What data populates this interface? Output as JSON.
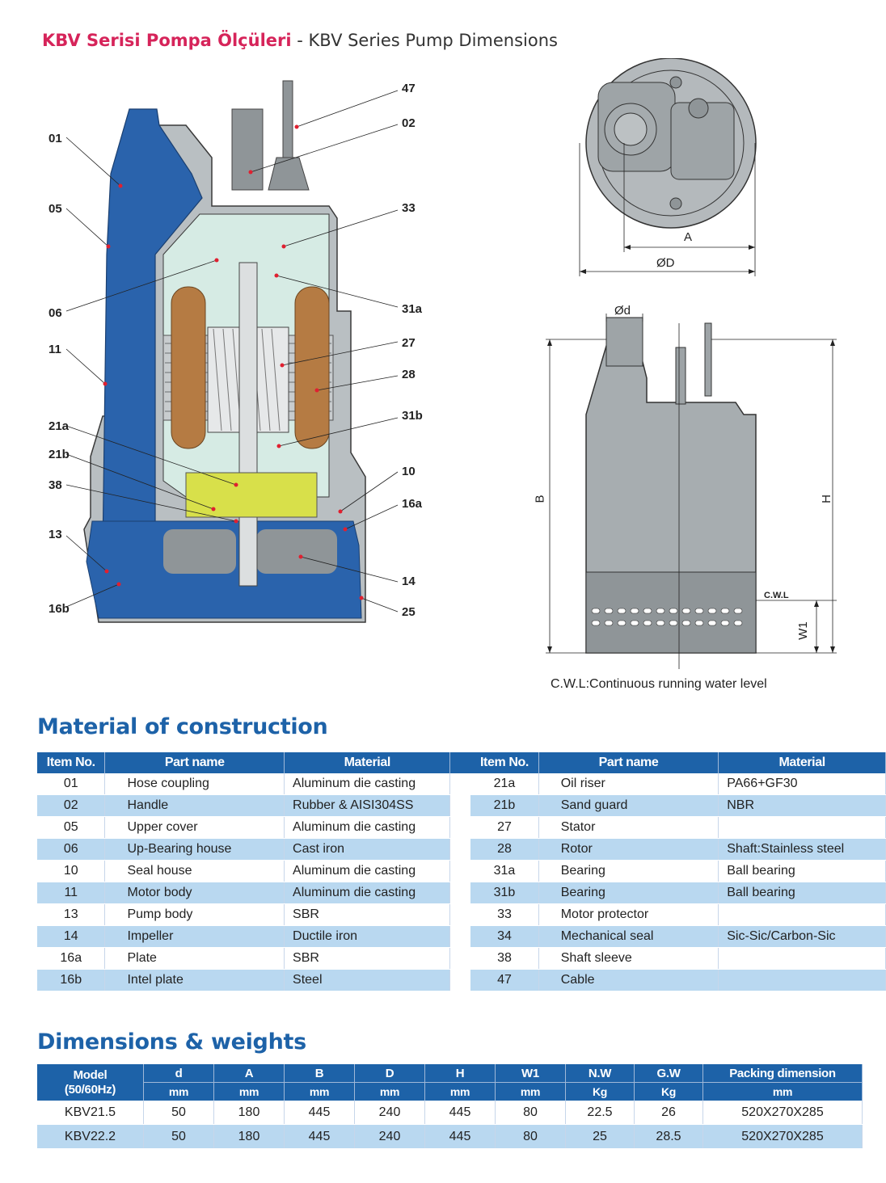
{
  "header": {
    "title_tr": "KBV Serisi Pompa Ölçüleri",
    "title_sep": " - ",
    "title_en": "KBV Series Pump Dimensions"
  },
  "drawing": {
    "callouts_left": [
      "01",
      "05",
      "06",
      "11",
      "21a",
      "21b",
      "38",
      "13",
      "16b"
    ],
    "callouts_right": [
      "47",
      "02",
      "33",
      "31a",
      "27",
      "28",
      "31b",
      "10",
      "16a",
      "14",
      "25"
    ],
    "plan_labels": {
      "a": "A",
      "od": "ØD"
    },
    "side_labels": {
      "od": "Ød",
      "b": "B",
      "h": "H",
      "w1": "W1",
      "cwl": "C.W.L"
    },
    "cwl_note": "C.W.L:Continuous running water level"
  },
  "materials": {
    "title": "Material of construction",
    "headers": {
      "item": "Item No.",
      "part": "Part name",
      "material": "Material"
    },
    "left": [
      {
        "no": "01",
        "part": "Hose coupling",
        "material": "Aluminum die casting"
      },
      {
        "no": "02",
        "part": "Handle",
        "material": "Rubber & AISI304SS"
      },
      {
        "no": "05",
        "part": "Upper cover",
        "material": "Aluminum die casting"
      },
      {
        "no": "06",
        "part": "Up-Bearing house",
        "material": "Cast iron"
      },
      {
        "no": "10",
        "part": "Seal house",
        "material": "Aluminum die casting"
      },
      {
        "no": "11",
        "part": "Motor body",
        "material": "Aluminum die casting"
      },
      {
        "no": "13",
        "part": "Pump body",
        "material": "SBR"
      },
      {
        "no": "14",
        "part": "Impeller",
        "material": "Ductile iron"
      },
      {
        "no": "16a",
        "part": "Plate",
        "material": "SBR"
      },
      {
        "no": "16b",
        "part": "Intel plate",
        "material": "Steel"
      }
    ],
    "right": [
      {
        "no": "21a",
        "part": "Oil riser",
        "material": "PA66+GF30"
      },
      {
        "no": "21b",
        "part": "Sand guard",
        "material": "NBR"
      },
      {
        "no": "27",
        "part": "Stator",
        "material": ""
      },
      {
        "no": "28",
        "part": "Rotor",
        "material": "Shaft:Stainless steel"
      },
      {
        "no": "31a",
        "part": "Bearing",
        "material": "Ball bearing"
      },
      {
        "no": "31b",
        "part": "Bearing",
        "material": "Ball bearing"
      },
      {
        "no": "33",
        "part": "Motor protector",
        "material": ""
      },
      {
        "no": "34",
        "part": "Mechanical seal",
        "material": "Sic-Sic/Carbon-Sic"
      },
      {
        "no": "38",
        "part": "Shaft sleeve",
        "material": ""
      },
      {
        "no": "47",
        "part": "Cable",
        "material": ""
      }
    ]
  },
  "dimensions": {
    "title": "Dimensions & weights",
    "headers": [
      "Model\n(50/60Hz)",
      "d",
      "A",
      "B",
      "D",
      "H",
      "W1",
      "N.W",
      "G.W",
      "Packing dimension"
    ],
    "model_line1": "Model",
    "model_line2": "(50/60Hz)",
    "units": [
      "mm",
      "mm",
      "mm",
      "mm",
      "mm",
      "mm",
      "Kg",
      "Kg",
      "mm"
    ],
    "rows": [
      [
        "KBV21.5",
        "50",
        "180",
        "445",
        "240",
        "445",
        "80",
        "22.5",
        "26",
        "520X270X285"
      ],
      [
        "KBV22.2",
        "50",
        "180",
        "445",
        "240",
        "445",
        "80",
        "25",
        "28.5",
        "520X270X285"
      ]
    ]
  }
}
